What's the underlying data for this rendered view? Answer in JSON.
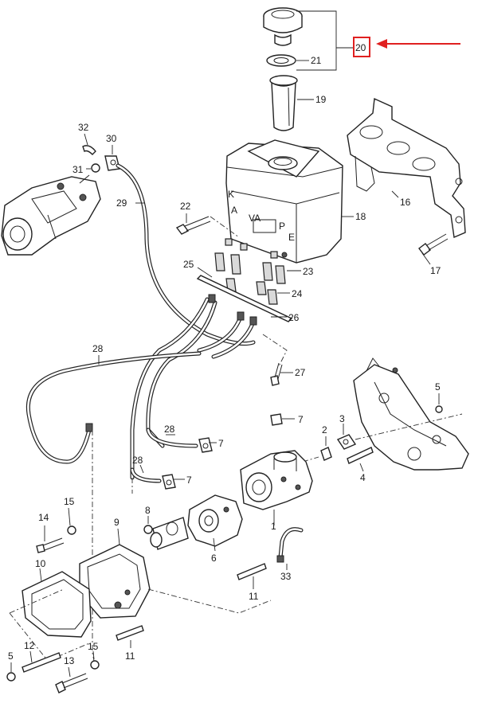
{
  "diagram": {
    "highlight_color": "#e02020",
    "callouts": [
      {
        "id": "c32",
        "text": "32"
      },
      {
        "id": "c30",
        "text": "30"
      },
      {
        "id": "c31",
        "text": "31"
      },
      {
        "id": "c29",
        "text": "29"
      },
      {
        "id": "c22",
        "text": "22"
      },
      {
        "id": "c21",
        "text": "21"
      },
      {
        "id": "c19",
        "text": "19"
      },
      {
        "id": "c18",
        "text": "18"
      },
      {
        "id": "c16",
        "text": "16"
      },
      {
        "id": "c17",
        "text": "17"
      },
      {
        "id": "c25",
        "text": "25"
      },
      {
        "id": "c23",
        "text": "23"
      },
      {
        "id": "c24",
        "text": "24"
      },
      {
        "id": "c26",
        "text": "26"
      },
      {
        "id": "c28a",
        "text": "28"
      },
      {
        "id": "c27",
        "text": "27"
      },
      {
        "id": "c5a",
        "text": "5"
      },
      {
        "id": "c7a",
        "text": "7"
      },
      {
        "id": "c3",
        "text": "3"
      },
      {
        "id": "c2",
        "text": "2"
      },
      {
        "id": "c28b",
        "text": "28"
      },
      {
        "id": "c7b",
        "text": "7"
      },
      {
        "id": "c4",
        "text": "4"
      },
      {
        "id": "c28c",
        "text": "28"
      },
      {
        "id": "c7c",
        "text": "7"
      },
      {
        "id": "c14",
        "text": "14"
      },
      {
        "id": "c15a",
        "text": "15"
      },
      {
        "id": "c9",
        "text": "9"
      },
      {
        "id": "c8",
        "text": "8"
      },
      {
        "id": "c1",
        "text": "1"
      },
      {
        "id": "c10",
        "text": "10"
      },
      {
        "id": "c6",
        "text": "6"
      },
      {
        "id": "c33",
        "text": "33"
      },
      {
        "id": "c11a",
        "text": "11"
      },
      {
        "id": "c12",
        "text": "12"
      },
      {
        "id": "c15b",
        "text": "15"
      },
      {
        "id": "c11b",
        "text": "11"
      },
      {
        "id": "c5b",
        "text": "5"
      },
      {
        "id": "c13",
        "text": "13"
      }
    ],
    "highlighted": {
      "text": "20"
    },
    "reservoir_marks": {
      "k": "K",
      "a": "A",
      "va": "VA",
      "p": "P",
      "e": "E"
    }
  }
}
